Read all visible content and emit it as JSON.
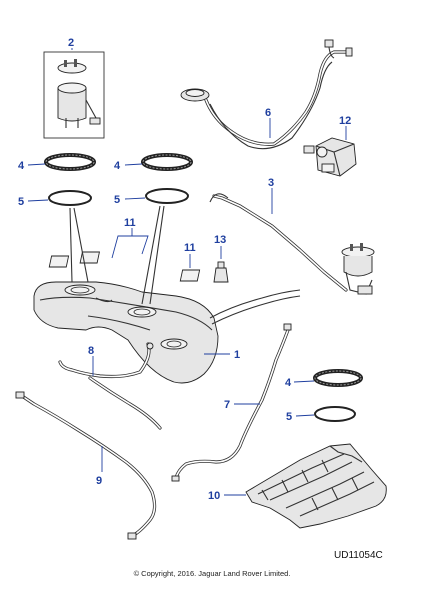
{
  "callouts": {
    "c1": "1",
    "c2": "2",
    "c3": "3",
    "c4a": "4",
    "c4b": "4",
    "c4c": "4",
    "c5a": "5",
    "c5b": "5",
    "c5c": "5",
    "c6": "6",
    "c7": "7",
    "c8": "8",
    "c9": "9",
    "c10": "10",
    "c11a": "11",
    "c11b": "11",
    "c12": "12",
    "c13": "13"
  },
  "reference_code": "UD11054C",
  "copyright": "© Copyright, 2016. Jaguar Land Rover Limited."
}
